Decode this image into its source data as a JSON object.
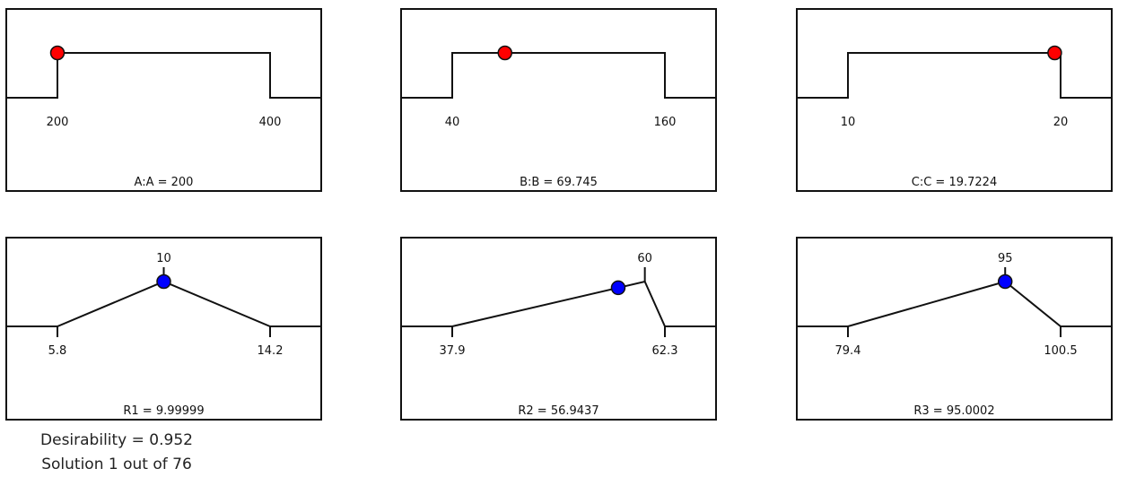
{
  "chart_data": {
    "type": "desirability-ramps",
    "factors": [
      {
        "name": "A:A",
        "low": 200,
        "high": 400,
        "value": 200,
        "low_label": "200",
        "high_label": "400",
        "label": "A:A = 200"
      },
      {
        "name": "B:B",
        "low": 40,
        "high": 160,
        "value": 69.745,
        "low_label": "40",
        "high_label": "160",
        "label": "B:B = 69.745"
      },
      {
        "name": "C:C",
        "low": 10,
        "high": 20,
        "value": 19.7224,
        "low_label": "10",
        "high_label": "20",
        "label": "C:C = 19.7224"
      }
    ],
    "responses": [
      {
        "name": "R1",
        "low": 5.8,
        "target": 10,
        "high": 14.2,
        "value": 9.99999,
        "low_label": "5.8",
        "target_label": "10",
        "high_label": "14.2",
        "label": "R1 = 9.99999"
      },
      {
        "name": "R2",
        "low": 37.9,
        "target": 60,
        "high": 62.3,
        "value": 56.9437,
        "low_label": "37.9",
        "target_label": "60",
        "high_label": "62.3",
        "label": "R2 = 56.9437"
      },
      {
        "name": "R3",
        "low": 79.4,
        "target": 95,
        "high": 100.5,
        "value": 95.0002,
        "low_label": "79.4",
        "target_label": "95",
        "high_label": "100.5",
        "label": "R3 = 95.0002"
      }
    ],
    "colors": {
      "factor_point": "#ff0000",
      "response_point": "#0000ff"
    }
  },
  "summary": {
    "desirability": "Desirability = 0.952",
    "solution": "Solution 1 out of 76"
  }
}
